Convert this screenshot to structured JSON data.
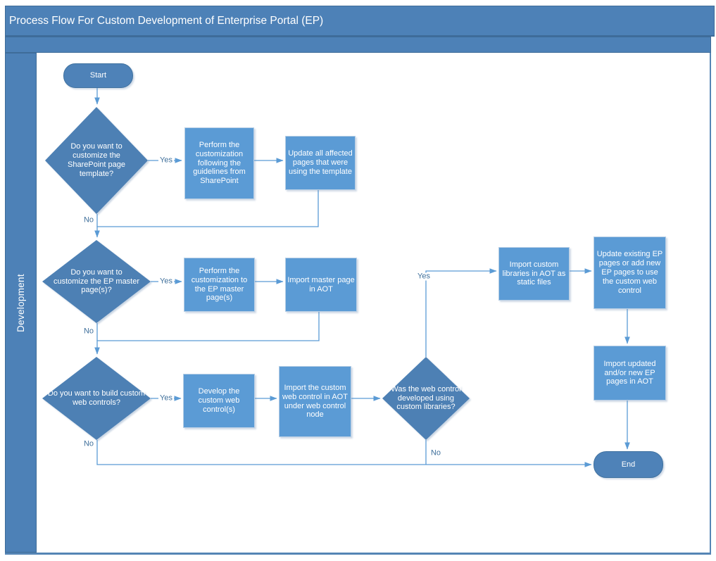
{
  "title": "Process Flow For Custom Development of Enterprise Portal (EP)",
  "lane": {
    "label": "Development"
  },
  "diagram_type": "flowchart",
  "nodes": {
    "start": {
      "type": "terminator",
      "label": "Start"
    },
    "d1": {
      "type": "decision",
      "label": "Do you want to customize the SharePoint page template?"
    },
    "p1": {
      "type": "process",
      "label": "Perform the customization following the guidelines from SharePoint"
    },
    "p2": {
      "type": "process",
      "label": "Update all affected pages that were using the template"
    },
    "d2": {
      "type": "decision",
      "label": "Do you want to customize the EP master page(s)?"
    },
    "p3": {
      "type": "process",
      "label": "Perform the customization to the EP master page(s)"
    },
    "p4": {
      "type": "process",
      "label": "Import master page in AOT"
    },
    "d3": {
      "type": "decision",
      "label": "Do you want to build custom web controls?"
    },
    "p5": {
      "type": "process",
      "label": "Develop the custom web control(s)"
    },
    "p6": {
      "type": "process",
      "label": "Import the custom web control in AOT under web control node"
    },
    "d4": {
      "type": "decision",
      "label": "Was the web control developed using custom libraries?"
    },
    "p7": {
      "type": "process",
      "label": "Import custom libraries in AOT as static files"
    },
    "p8": {
      "type": "process",
      "label": "Update existing EP pages or add new EP pages to use the custom web control"
    },
    "p9": {
      "type": "process",
      "label": "Import updated and/or new EP pages in AOT"
    },
    "end": {
      "type": "terminator",
      "label": "End"
    }
  },
  "edge_labels": {
    "yes1": "Yes",
    "yes2": "Yes",
    "yes3": "Yes",
    "yes4": "Yes",
    "no1": "No",
    "no2": "No",
    "no3": "No",
    "no4": "No"
  },
  "colors": {
    "header_fill": "#4d81b7",
    "header_border": "#3e6c99",
    "process_fill": "#5b9bd5",
    "decision_fill": "#4d80b4",
    "terminator_fill": "#4e82b8",
    "connector": "#5b9bd5",
    "edge_label_text": "#41719c",
    "canvas_border": "#5585b5",
    "shape_text": "#ffffff"
  }
}
